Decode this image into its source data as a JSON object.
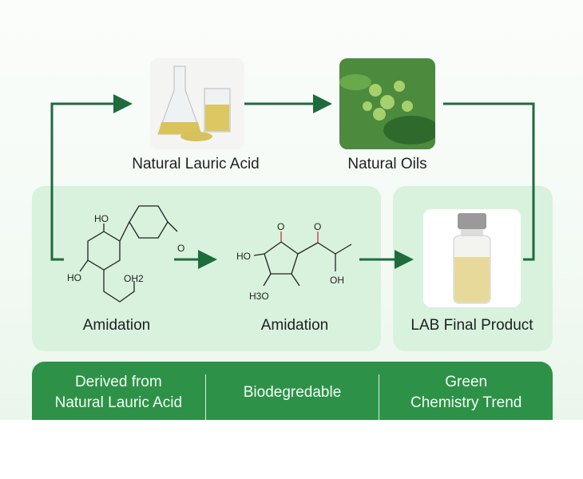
{
  "nodes": {
    "lauric_acid": {
      "label": "Natural Lauric Acid",
      "icon": "lab-flasks-image"
    },
    "oils": {
      "label": "Natural Oils",
      "icon": "oil-plant-image"
    },
    "step1": {
      "label": "Amidation",
      "atoms": [
        "HO",
        "HO",
        "OH2",
        "O"
      ]
    },
    "step2": {
      "label": "Amidation",
      "atoms": [
        "O",
        "O",
        "HO",
        "H3O",
        "OH"
      ]
    },
    "final": {
      "label": "LAB Final Product",
      "icon": "vial-image"
    }
  },
  "banner": {
    "items": [
      {
        "line1": "Derived from",
        "line2": "Natural Lauric Acid"
      },
      {
        "line1": "Biodegredable"
      },
      {
        "line1": "Green",
        "line2": "Chemistry Trend"
      }
    ]
  },
  "colors": {
    "arrow": "#1e6b3e",
    "panel": "#d8f2dd",
    "banner": "#2e9148"
  }
}
